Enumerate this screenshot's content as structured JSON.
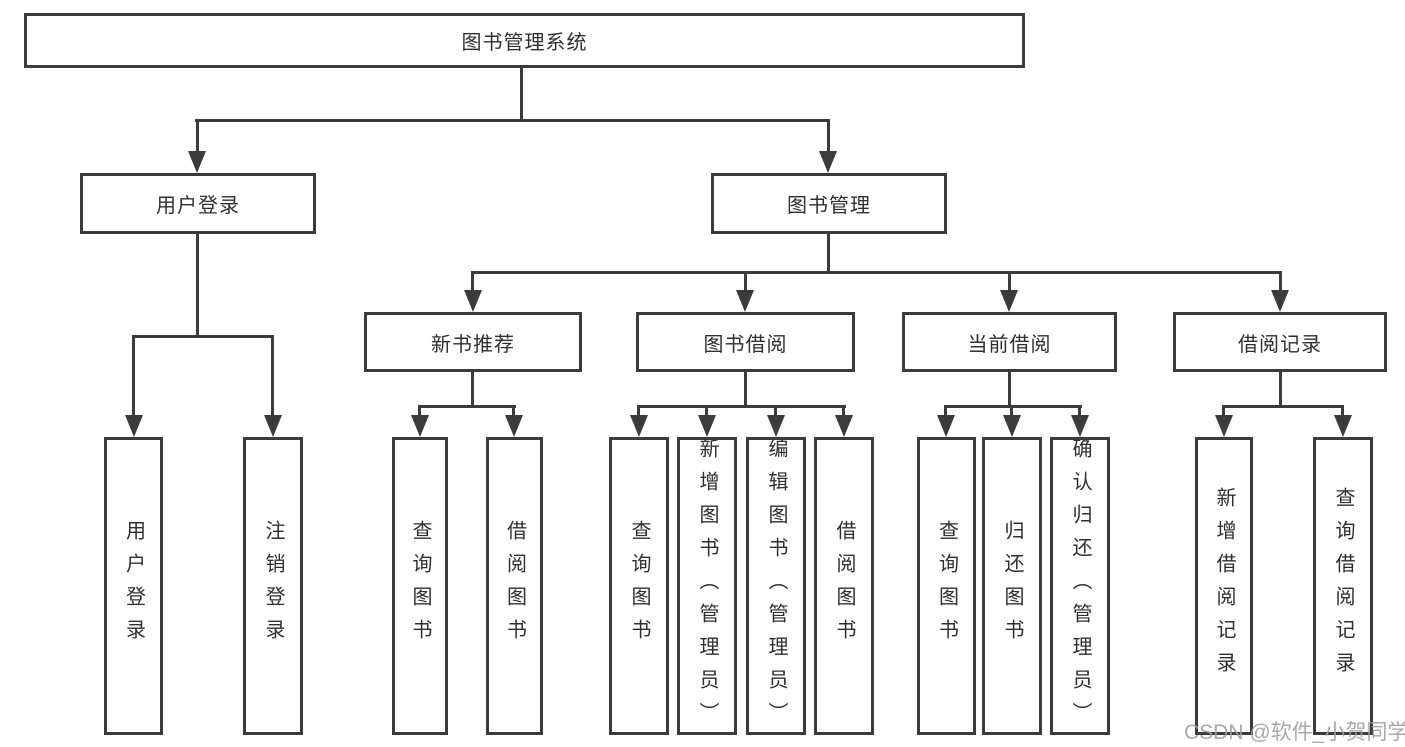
{
  "tree": {
    "label": "图书管理系统",
    "children": [
      {
        "label": "用户登录",
        "children": [
          {
            "label": "用户登录"
          },
          {
            "label": "注销登录"
          }
        ]
      },
      {
        "label": "图书管理",
        "children": [
          {
            "label": "新书推荐",
            "children": [
              {
                "label": "查询图书"
              },
              {
                "label": "借阅图书"
              }
            ]
          },
          {
            "label": "图书借阅",
            "children": [
              {
                "label": "查询图书"
              },
              {
                "label": "新增图书（管理员）"
              },
              {
                "label": "编辑图书（管理员）"
              },
              {
                "label": "借阅图书"
              }
            ]
          },
          {
            "label": "当前借阅",
            "children": [
              {
                "label": "查询图书"
              },
              {
                "label": "归还图书"
              },
              {
                "label": "确认归还（管理员）"
              }
            ]
          },
          {
            "label": "借阅记录",
            "children": [
              {
                "label": "新增借阅记录"
              },
              {
                "label": "查询借阅记录"
              }
            ]
          }
        ]
      }
    ]
  },
  "watermark": {
    "text": "CSDN @软件_小贺同学"
  },
  "colors": {
    "line": "#3b3b3b",
    "text": "#2f2f2f",
    "background": "#ffffff",
    "watermark": "#a0a0a0"
  }
}
